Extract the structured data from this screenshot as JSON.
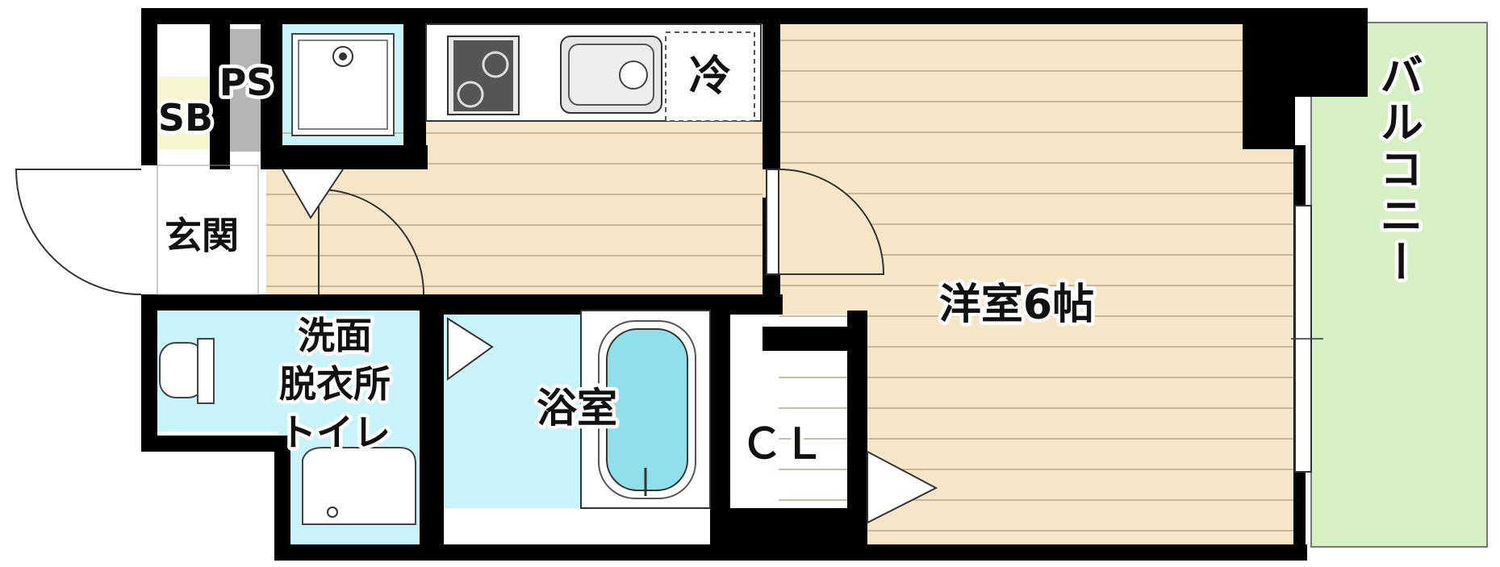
{
  "rooms": {
    "western_room": "洋室6帖",
    "bathroom": "浴室",
    "washroom_line1": "洗面",
    "washroom_line2": "脱衣所",
    "washroom_line3": "トイレ",
    "closet": "ＣＬ",
    "entrance": "玄関",
    "balcony": "バルコニー",
    "fridge": "冷",
    "shoe_box": "SB",
    "pipe_space": "PS"
  },
  "colors": {
    "wall": "#000000",
    "flooring": "#f5e6c8",
    "floor_lines": "#b8a98b",
    "wet_area": "#c8f3f8",
    "balcony": "#d6f0c4",
    "bathtub": "#8fe0ea",
    "shoe_box": "#f8f6cf",
    "pipe_space": "#b5b5b5"
  }
}
